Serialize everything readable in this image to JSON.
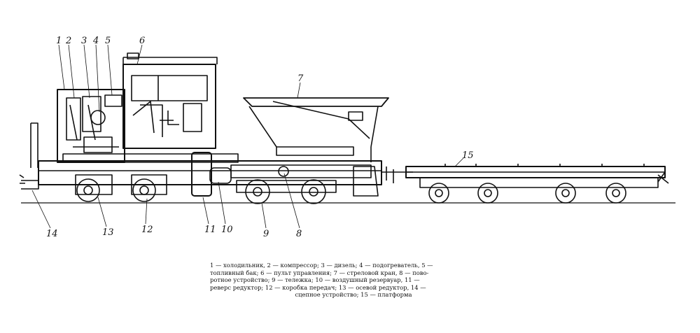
{
  "figure": {
    "callouts": [
      {
        "id": "c1",
        "label": "1"
      },
      {
        "id": "c2",
        "label": "2"
      },
      {
        "id": "c3",
        "label": "3"
      },
      {
        "id": "c4",
        "label": "4"
      },
      {
        "id": "c5",
        "label": "5"
      },
      {
        "id": "c6",
        "label": "6"
      },
      {
        "id": "c7",
        "label": "7"
      },
      {
        "id": "c8",
        "label": "8"
      },
      {
        "id": "c9",
        "label": "9"
      },
      {
        "id": "c10",
        "label": "10"
      },
      {
        "id": "c11",
        "label": "11"
      },
      {
        "id": "c12",
        "label": "12"
      },
      {
        "id": "c13",
        "label": "13"
      },
      {
        "id": "c14",
        "label": "14"
      },
      {
        "id": "c15",
        "label": "15"
      }
    ],
    "caption_lines": [
      "1 — холодильник, 2 — компрессор; 3 — дизель; 4 — подогреватель, 5 —",
      "топливный бак; 6 — пульт управления; 7 — стреловой кран, 8 — пово-",
      "ротное устройство; 9 — тележка; 10 — воздушный резервуар, 11 —",
      "реверс редуктор; 12 — коробка передач; 13 — осевой редуктор, 14 —",
      "сцепное устройство; 15 — платформа"
    ]
  }
}
